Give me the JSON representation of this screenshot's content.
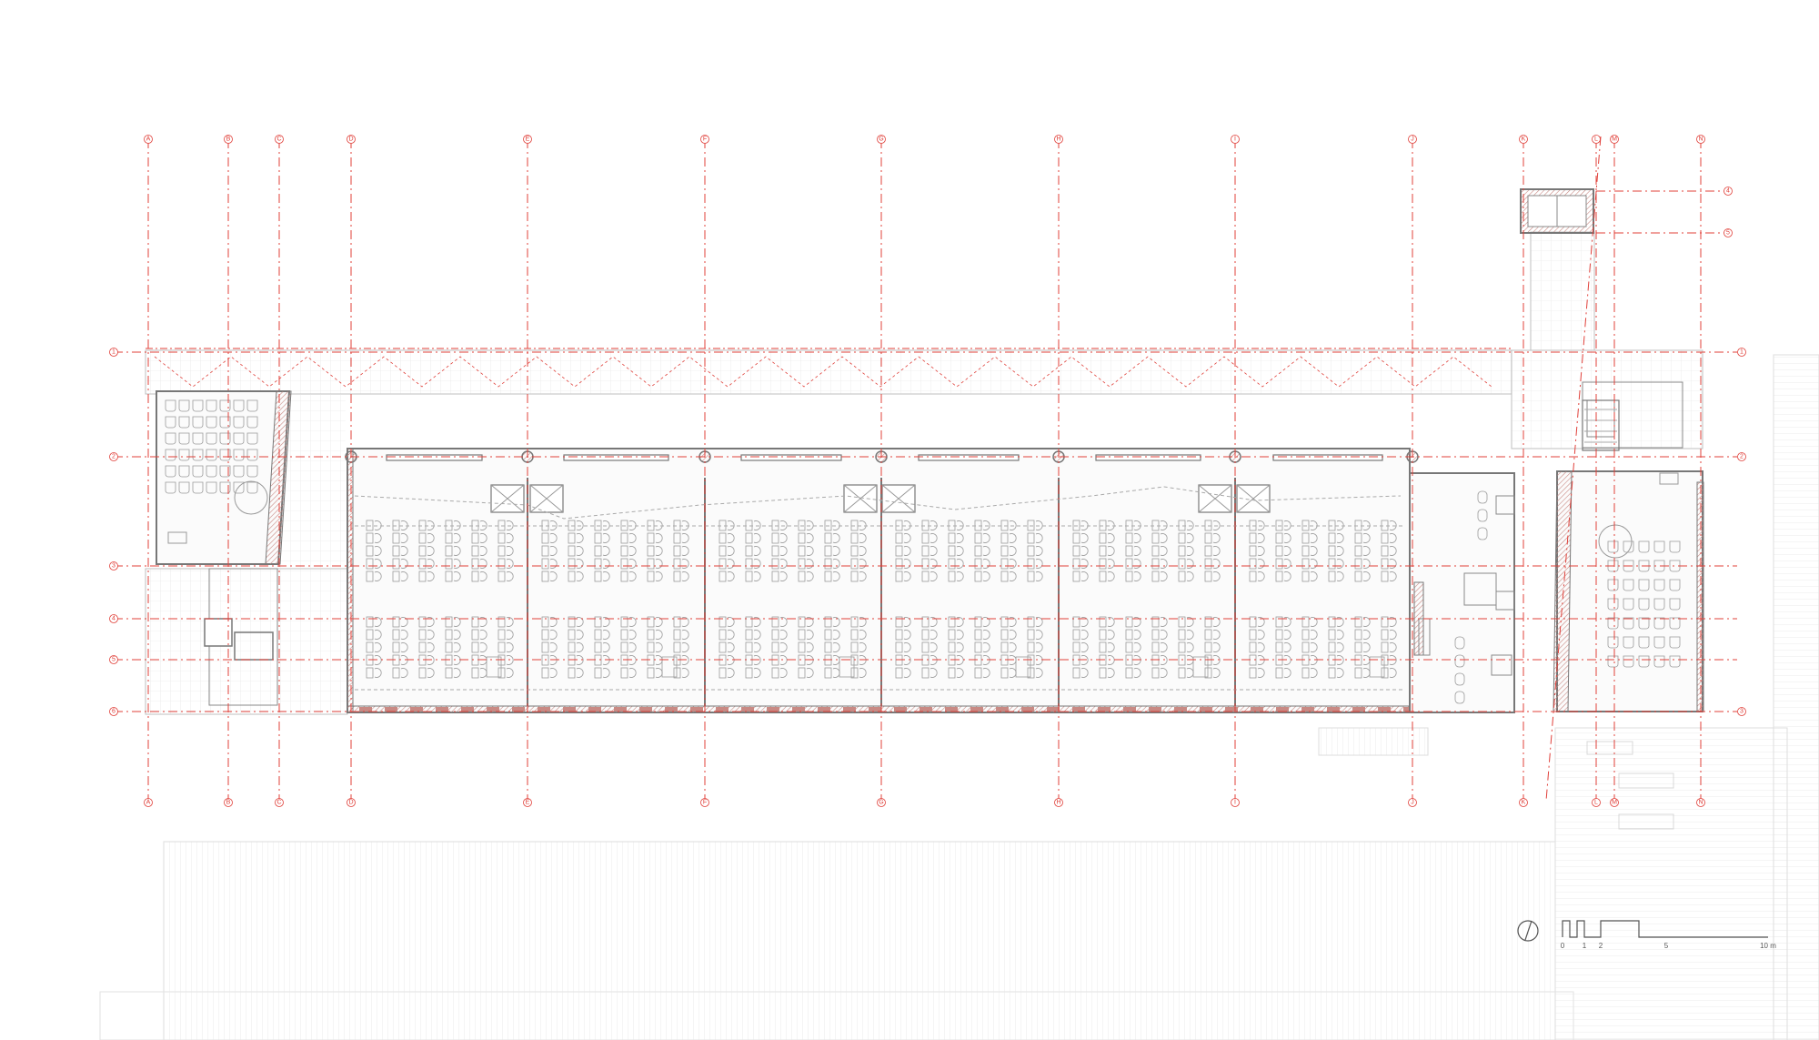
{
  "colors": {
    "gridline": "#e0403a",
    "wall": "#777777",
    "wall_hatch": "#c98a84",
    "fine_line": "#cfcfcf",
    "furniture": "#9a9a9a",
    "background": "#ffffff"
  },
  "grid_labels": {
    "top": [
      "A",
      "B",
      "C",
      "D",
      "E",
      "F",
      "G",
      "H",
      "I",
      "J",
      "K",
      "L",
      "M",
      "N"
    ],
    "left": [
      "1",
      "2",
      "3",
      "4",
      "5",
      "6"
    ],
    "right": [
      "1",
      "2",
      "3",
      "4",
      "5"
    ]
  },
  "north_arrow": {
    "icon": "north-arrow-icon"
  },
  "scale_bar": {
    "labels": [
      "0",
      "1",
      "2",
      "5",
      "10 m"
    ]
  }
}
